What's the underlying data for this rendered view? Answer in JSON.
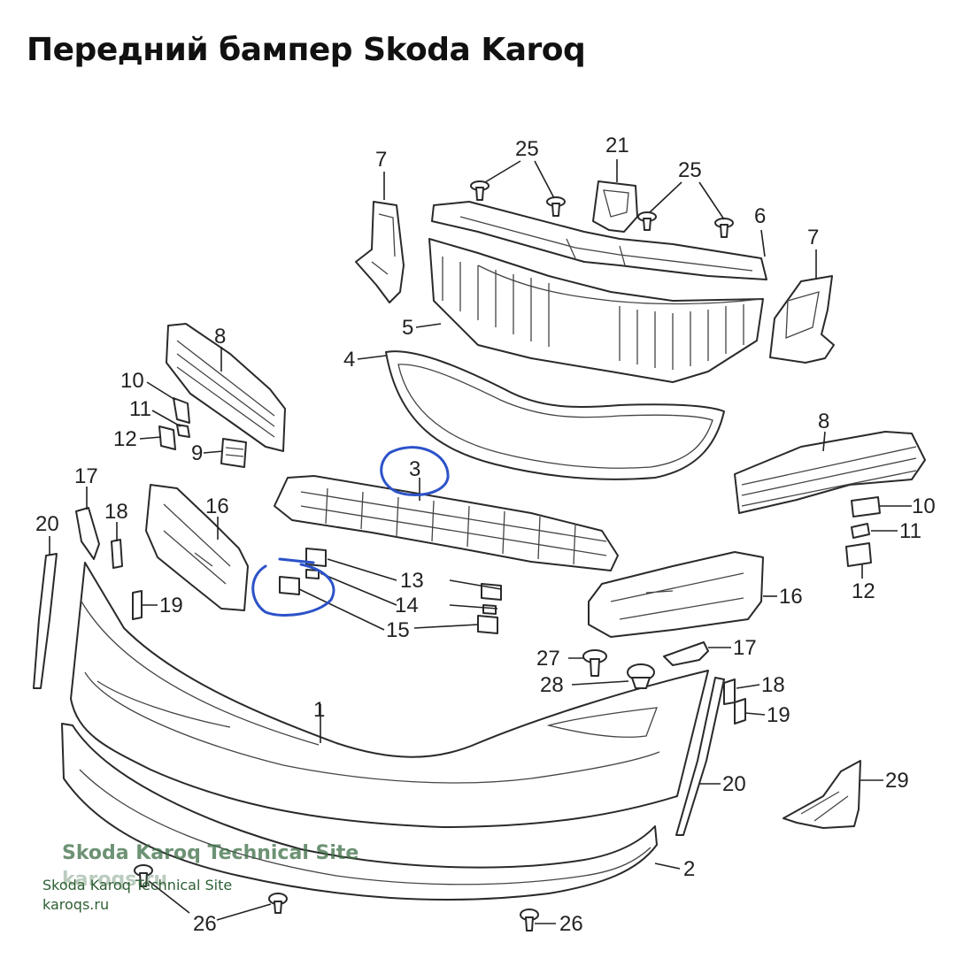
{
  "title": "Передний бампер Skoda Karoq",
  "labels": {
    "p1": "1",
    "p2": "2",
    "p3": "3",
    "p4": "4",
    "p5": "5",
    "p6": "6",
    "p7a": "7",
    "p7b": "7",
    "p8a": "8",
    "p8b": "8",
    "p9": "9",
    "p10a": "10",
    "p10b": "10",
    "p11a": "11",
    "p11b": "11",
    "p12a": "12",
    "p12b": "12",
    "p13": "13",
    "p14": "14",
    "p15": "15",
    "p16a": "16",
    "p16b": "16",
    "p17a": "17",
    "p17b": "17",
    "p18a": "18",
    "p18b": "18",
    "p19a": "19",
    "p19b": "19",
    "p20a": "20",
    "p20b": "20",
    "p21": "21",
    "p25a": "25",
    "p25b": "25",
    "p26a": "26",
    "p26b": "26",
    "p27": "27",
    "p28": "28",
    "p29": "29"
  },
  "highlight_color": "#2b52c8",
  "watermark": {
    "big": "Skoda Karoq Technical Site",
    "big2": "karoqs.ru",
    "small": "Skoda Karoq Technical Site",
    "url": "karoqs.ru"
  }
}
